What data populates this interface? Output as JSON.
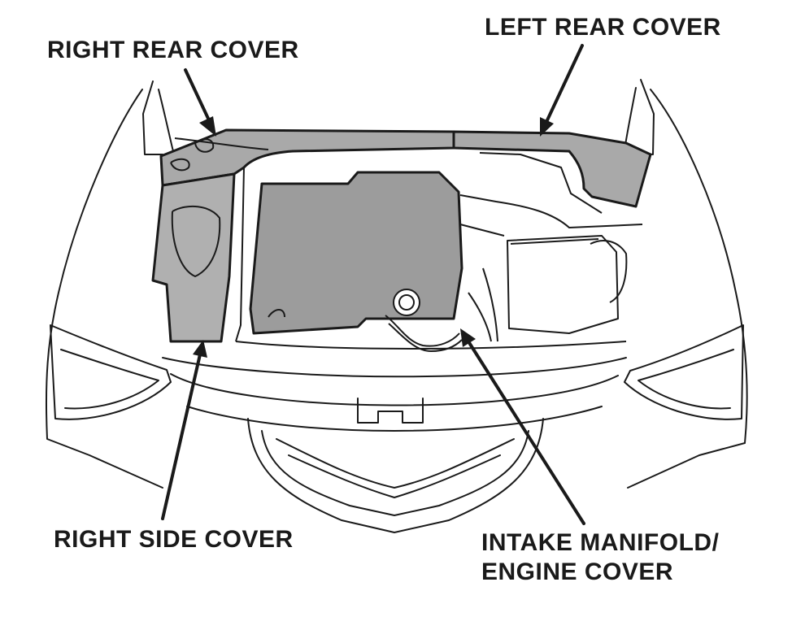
{
  "labels": {
    "right_rear_cover": "RIGHT REAR COVER",
    "left_rear_cover": "LEFT REAR COVER",
    "right_side_cover": "RIGHT SIDE COVER",
    "intake_line1": "INTAKE MANIFOLD/",
    "intake_line2": "ENGINE COVER"
  },
  "colors": {
    "line": "#1a1a1a",
    "cover_fill": "#a9a9a9",
    "engine_cover_fill": "#9c9c9c",
    "background": "#ffffff"
  }
}
